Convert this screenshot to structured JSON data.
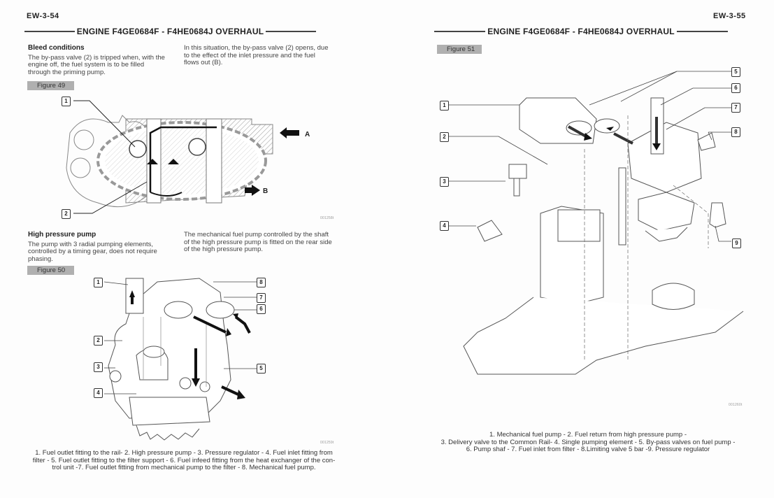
{
  "left_page": {
    "page_number": "EW-3-54",
    "header_title": "ENGINE F4GE0684F - F4HE0684J OVERHAUL",
    "bleed_section": {
      "heading": "Bleed conditions",
      "paragraph_left": "The by-pass valve (2) is tripped when, with the engine off, the fuel system is to be filled through the priming pump.",
      "paragraph_right": "In this situation, the by-pass valve (2) opens, due to the effect of the inlet pressure and the fuel flows out (B)."
    },
    "figure49": {
      "label": "Figure 49",
      "callouts": [
        "1",
        "2"
      ],
      "arrow_labels": [
        "A",
        "B"
      ],
      "code": "001258t"
    },
    "hp_section": {
      "heading": "High pressure pump",
      "paragraph_left": "The pump with 3 radial pumping elements, controlled by a timing gear, does not require phasing.",
      "paragraph_right": "The mechanical fuel pump controlled by the shaft of the high pressure pump is fitted on the rear side of the high pressure pump."
    },
    "figure50": {
      "label": "Figure 50",
      "callouts_left": [
        "1",
        "2",
        "3",
        "4"
      ],
      "callouts_right": [
        "8",
        "7",
        "6",
        "5"
      ],
      "code": "001259t",
      "caption_lines": [
        "1. Fuel outlet fitting  to the rail- 2. High pressure pump - 3. Pressure regulator  - 4. Fuel inlet fitting from",
        "filter - 5. Fuel outlet fitting to the filter support  - 6. Fuel infeed fitting from the heat exchanger of the con-",
        "trol unit -7. Fuel outlet fitting from mechanical pump to the filter  - 8. Mechanical fuel pump."
      ]
    }
  },
  "right_page": {
    "page_number": "EW-3-55",
    "header_title": "ENGINE F4GE0684F - F4HE0684J OVERHAUL",
    "figure51": {
      "label": "Figure 51",
      "callouts_left": [
        "1",
        "2",
        "3",
        "4"
      ],
      "callouts_right": [
        "5",
        "6",
        "7",
        "8",
        "9"
      ],
      "code": "001260t",
      "caption_lines": [
        "1. Mechanical fuel pump - 2. Fuel return from high pressure pump -",
        "3. Delivery valve to the Common Rail- 4. Single pumping element - 5. By-pass valves on fuel pump -",
        "6. Pump shaf - 7. Fuel inlet from filter - 8.Limiting valve 5 bar -9. Pressure regulator"
      ]
    }
  }
}
